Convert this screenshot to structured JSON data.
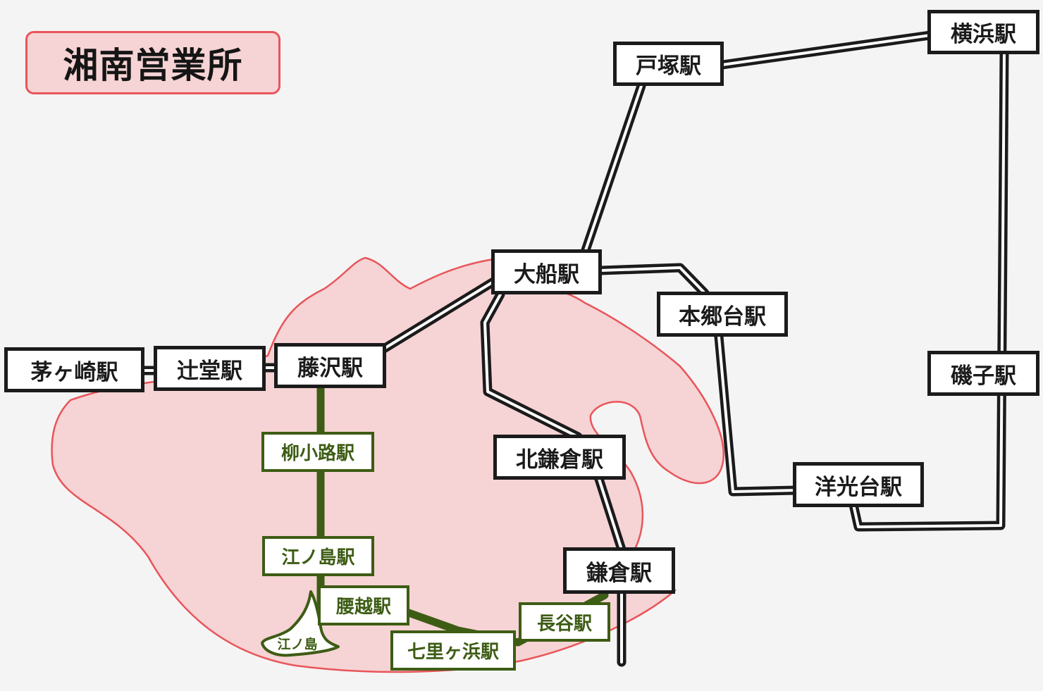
{
  "title": "湘南営業所",
  "stations": {
    "yokohama": "横浜駅",
    "totsuka": "戸塚駅",
    "ofuna": "大船駅",
    "hongodai": "本郷台駅",
    "isogo": "磯子駅",
    "yokodai": "洋光台駅",
    "chigasaki": "茅ヶ崎駅",
    "tsujido": "辻堂駅",
    "fujisawa": "藤沢駅",
    "kitakamakura": "北鎌倉駅",
    "kamakura": "鎌倉駅"
  },
  "enoden_stations": {
    "yanagikoji": "柳小路駅",
    "enoshima": "江ノ島駅",
    "koshigoe": "腰越駅",
    "shichirigahama": "七里ヶ浜駅",
    "hase": "長谷駅"
  },
  "island_label": "江ノ島",
  "colors": {
    "area_fill": "#f6d3d4",
    "area_border": "#e8555a",
    "jr_line": "#1b1b1b",
    "enoden_line": "#3d5c14",
    "background": "#f4f4f4"
  }
}
